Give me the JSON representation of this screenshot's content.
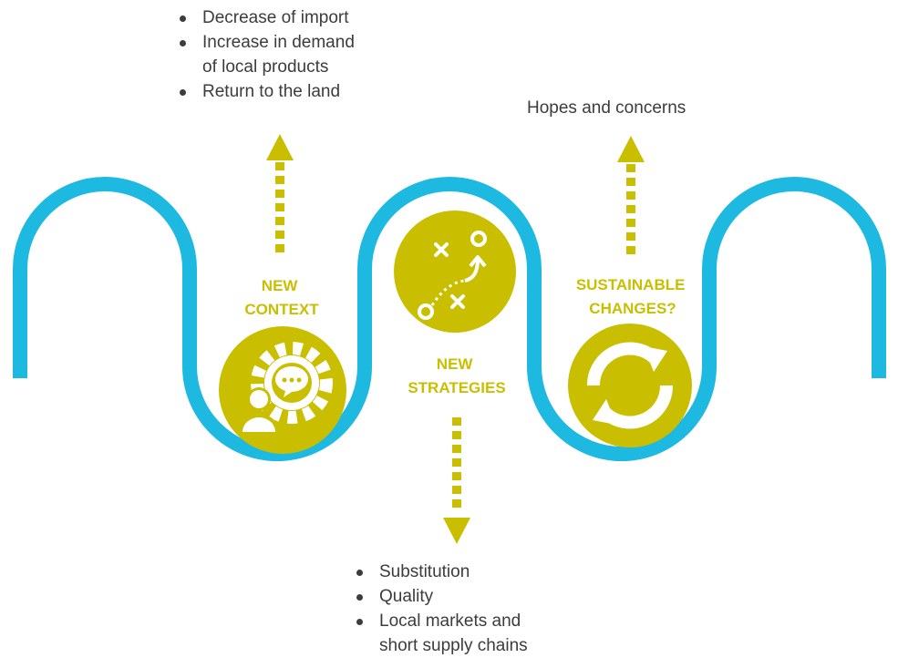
{
  "colors": {
    "wave": "#1db9e0",
    "accent": "#c9bf00",
    "icon_fg": "#ffffff",
    "text": "#3c3c3c"
  },
  "stages": [
    {
      "title_lines": [
        "NEW",
        "CONTEXT"
      ],
      "icon": "gear-person-chat-icon"
    },
    {
      "title_lines": [
        "NEW",
        "STRATEGIES"
      ],
      "icon": "strategy-play-icon"
    },
    {
      "title_lines": [
        "SUSTAINABLE",
        "CHANGES?"
      ],
      "icon": "cycle-arrows-icon"
    }
  ],
  "context_list": [
    "Decrease of import",
    "Increase in demand",
    "of local products",
    "Return to the land"
  ],
  "strategies_list": [
    "Substitution",
    "Quality",
    "Local markets and",
    "short supply chains"
  ],
  "changes_note": "Hopes and concerns"
}
